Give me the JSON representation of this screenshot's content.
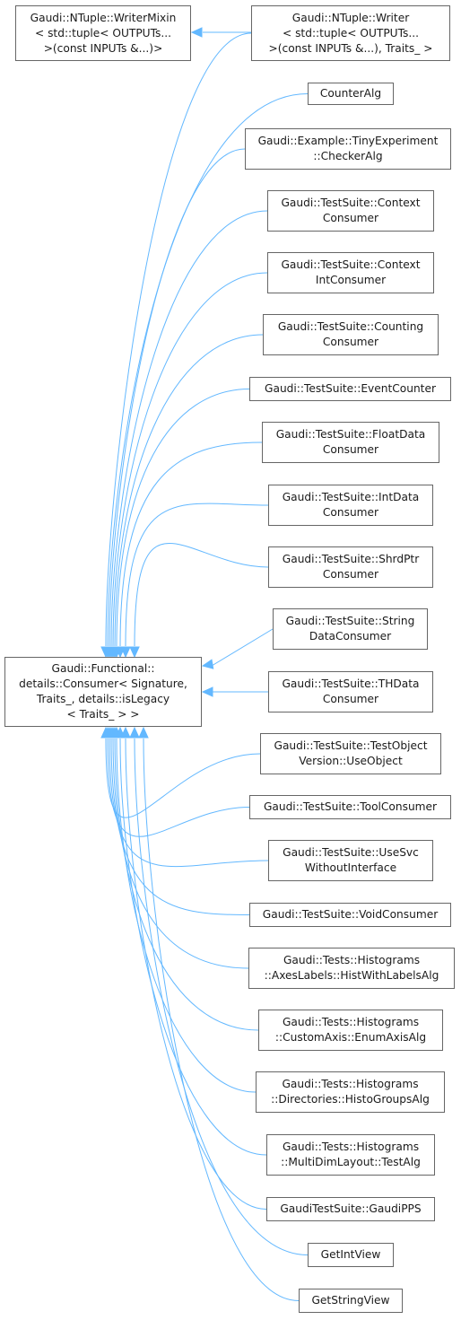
{
  "base_node": {
    "label": "Gaudi::Functional::\ndetails::Consumer< Signature,\n Traits_, details::isLegacy\n< Traits_ > >"
  },
  "mixin_node": {
    "label": "Gaudi::NTuple::WriterMixin\n< std::tuple< OUTPUTs...\n >(const INPUTs &...)>"
  },
  "writer_node": {
    "label": "Gaudi::NTuple::Writer\n< std::tuple< OUTPUTs...\n >(const INPUTs &...), Traits_ >"
  },
  "derived": [
    {
      "label": "CounterAlg"
    },
    {
      "label": "Gaudi::Example::TinyExperiment\n::CheckerAlg"
    },
    {
      "label": "Gaudi::TestSuite::Context\nConsumer"
    },
    {
      "label": "Gaudi::TestSuite::Context\nIntConsumer"
    },
    {
      "label": "Gaudi::TestSuite::Counting\nConsumer"
    },
    {
      "label": "Gaudi::TestSuite::EventCounter"
    },
    {
      "label": "Gaudi::TestSuite::FloatData\nConsumer"
    },
    {
      "label": "Gaudi::TestSuite::IntData\nConsumer"
    },
    {
      "label": "Gaudi::TestSuite::ShrdPtr\nConsumer"
    },
    {
      "label": "Gaudi::TestSuite::String\nDataConsumer"
    },
    {
      "label": "Gaudi::TestSuite::THData\nConsumer"
    },
    {
      "label": "Gaudi::TestSuite::TestObject\nVersion::UseObject"
    },
    {
      "label": "Gaudi::TestSuite::ToolConsumer"
    },
    {
      "label": "Gaudi::TestSuite::UseSvc\nWithoutInterface"
    },
    {
      "label": "Gaudi::TestSuite::VoidConsumer"
    },
    {
      "label": "Gaudi::Tests::Histograms\n::AxesLabels::HistWithLabelsAlg"
    },
    {
      "label": "Gaudi::Tests::Histograms\n::CustomAxis::EnumAxisAlg"
    },
    {
      "label": "Gaudi::Tests::Histograms\n::Directories::HistoGroupsAlg"
    },
    {
      "label": "Gaudi::Tests::Histograms\n::MultiDimLayout::TestAlg"
    },
    {
      "label": "GaudiTestSuite::GaudiPPS"
    },
    {
      "label": "GetIntView"
    },
    {
      "label": "GetStringView"
    }
  ],
  "colors": {
    "edge": "#63b8ff",
    "node_border": "#666666",
    "text": "#1a1a1a"
  }
}
